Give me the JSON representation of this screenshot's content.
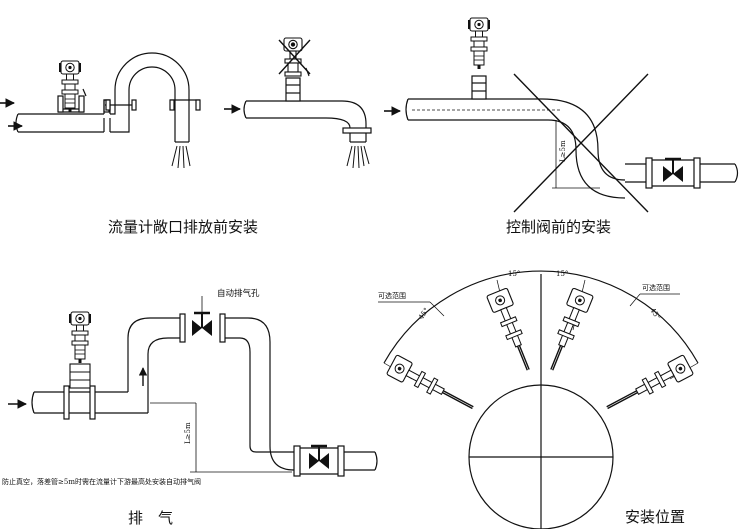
{
  "captions": {
    "open_discharge": "流量计敞口排放前安装",
    "control_valve": "控制阀前的安装",
    "exhaust": "排　气",
    "position": "安装位置"
  },
  "labels": {
    "auto_vent": "自动排气孔",
    "distance_5m_a": "L≥5m",
    "distance_5m_b": "L≥5m",
    "exhaust_note": "防止真空，落差管≥5m时需在流量计下游最高处安装自动排气阀",
    "range_left": "可选范围",
    "range_right": "可选范围",
    "angle_left_15": "15°",
    "angle_right_15": "15°",
    "angle_left_45": "45°",
    "angle_right_45": "45°"
  },
  "colors": {
    "line": "#111111",
    "background": "#ffffff"
  }
}
